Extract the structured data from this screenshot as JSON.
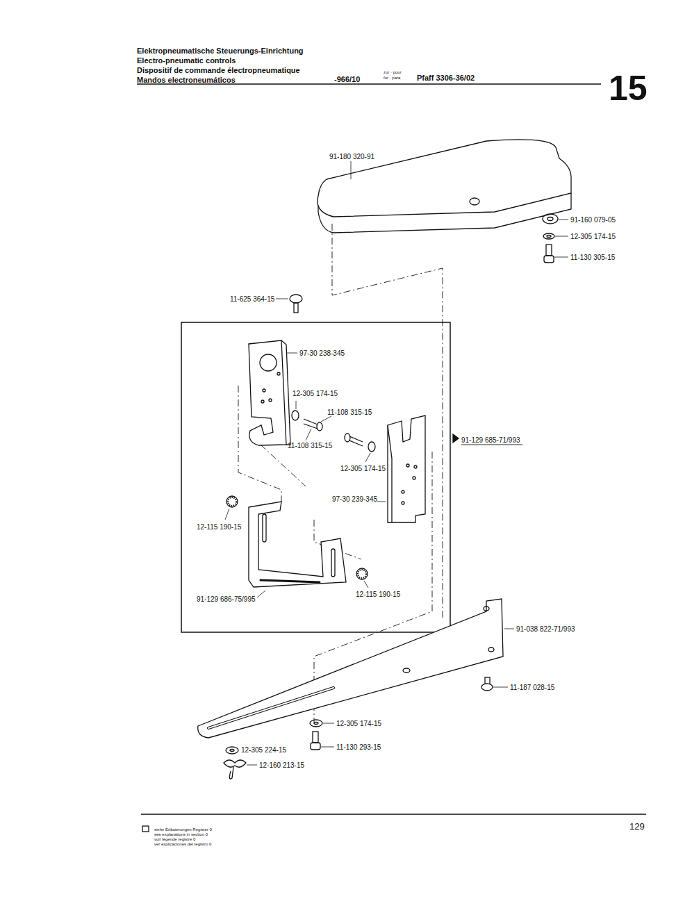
{
  "diagram": {
    "title": "Elektropneumatische Steuerungs-Einrichtung",
    "labels": [
      "Electro-pneumatic controls",
      "Dispositif de commande électropneumatique",
      "Mandos electroneumáticos",
      "-966/10",
      "zur · pour",
      "for · para",
      "Pfaff 3306-36/02",
      "15",
      "91-180 320-91",
      "91-160 079-05",
      "12-305 174-15",
      "11-130 305-15",
      "11-625 364-15",
      "97-30 238-345",
      "12-305 174-15",
      "11-108 315-15",
      "11-108 315-15",
      "91-129 685-71/993",
      "12-305 174-15",
      "97-30 239-345",
      "12-115 190-15",
      "12-115 190-15",
      "91-129 686-75/995",
      "91-038 822-71/993",
      "11-187 028-15",
      "12-305 174-15",
      "11-130 293-15",
      "12-305 224-15",
      "12-160 213-15",
      "siehe Erläuterungen Register 0",
      "see explanations in section 0",
      "voir légende registre 0",
      "ver explicaciones del registro 0",
      "129"
    ]
  }
}
